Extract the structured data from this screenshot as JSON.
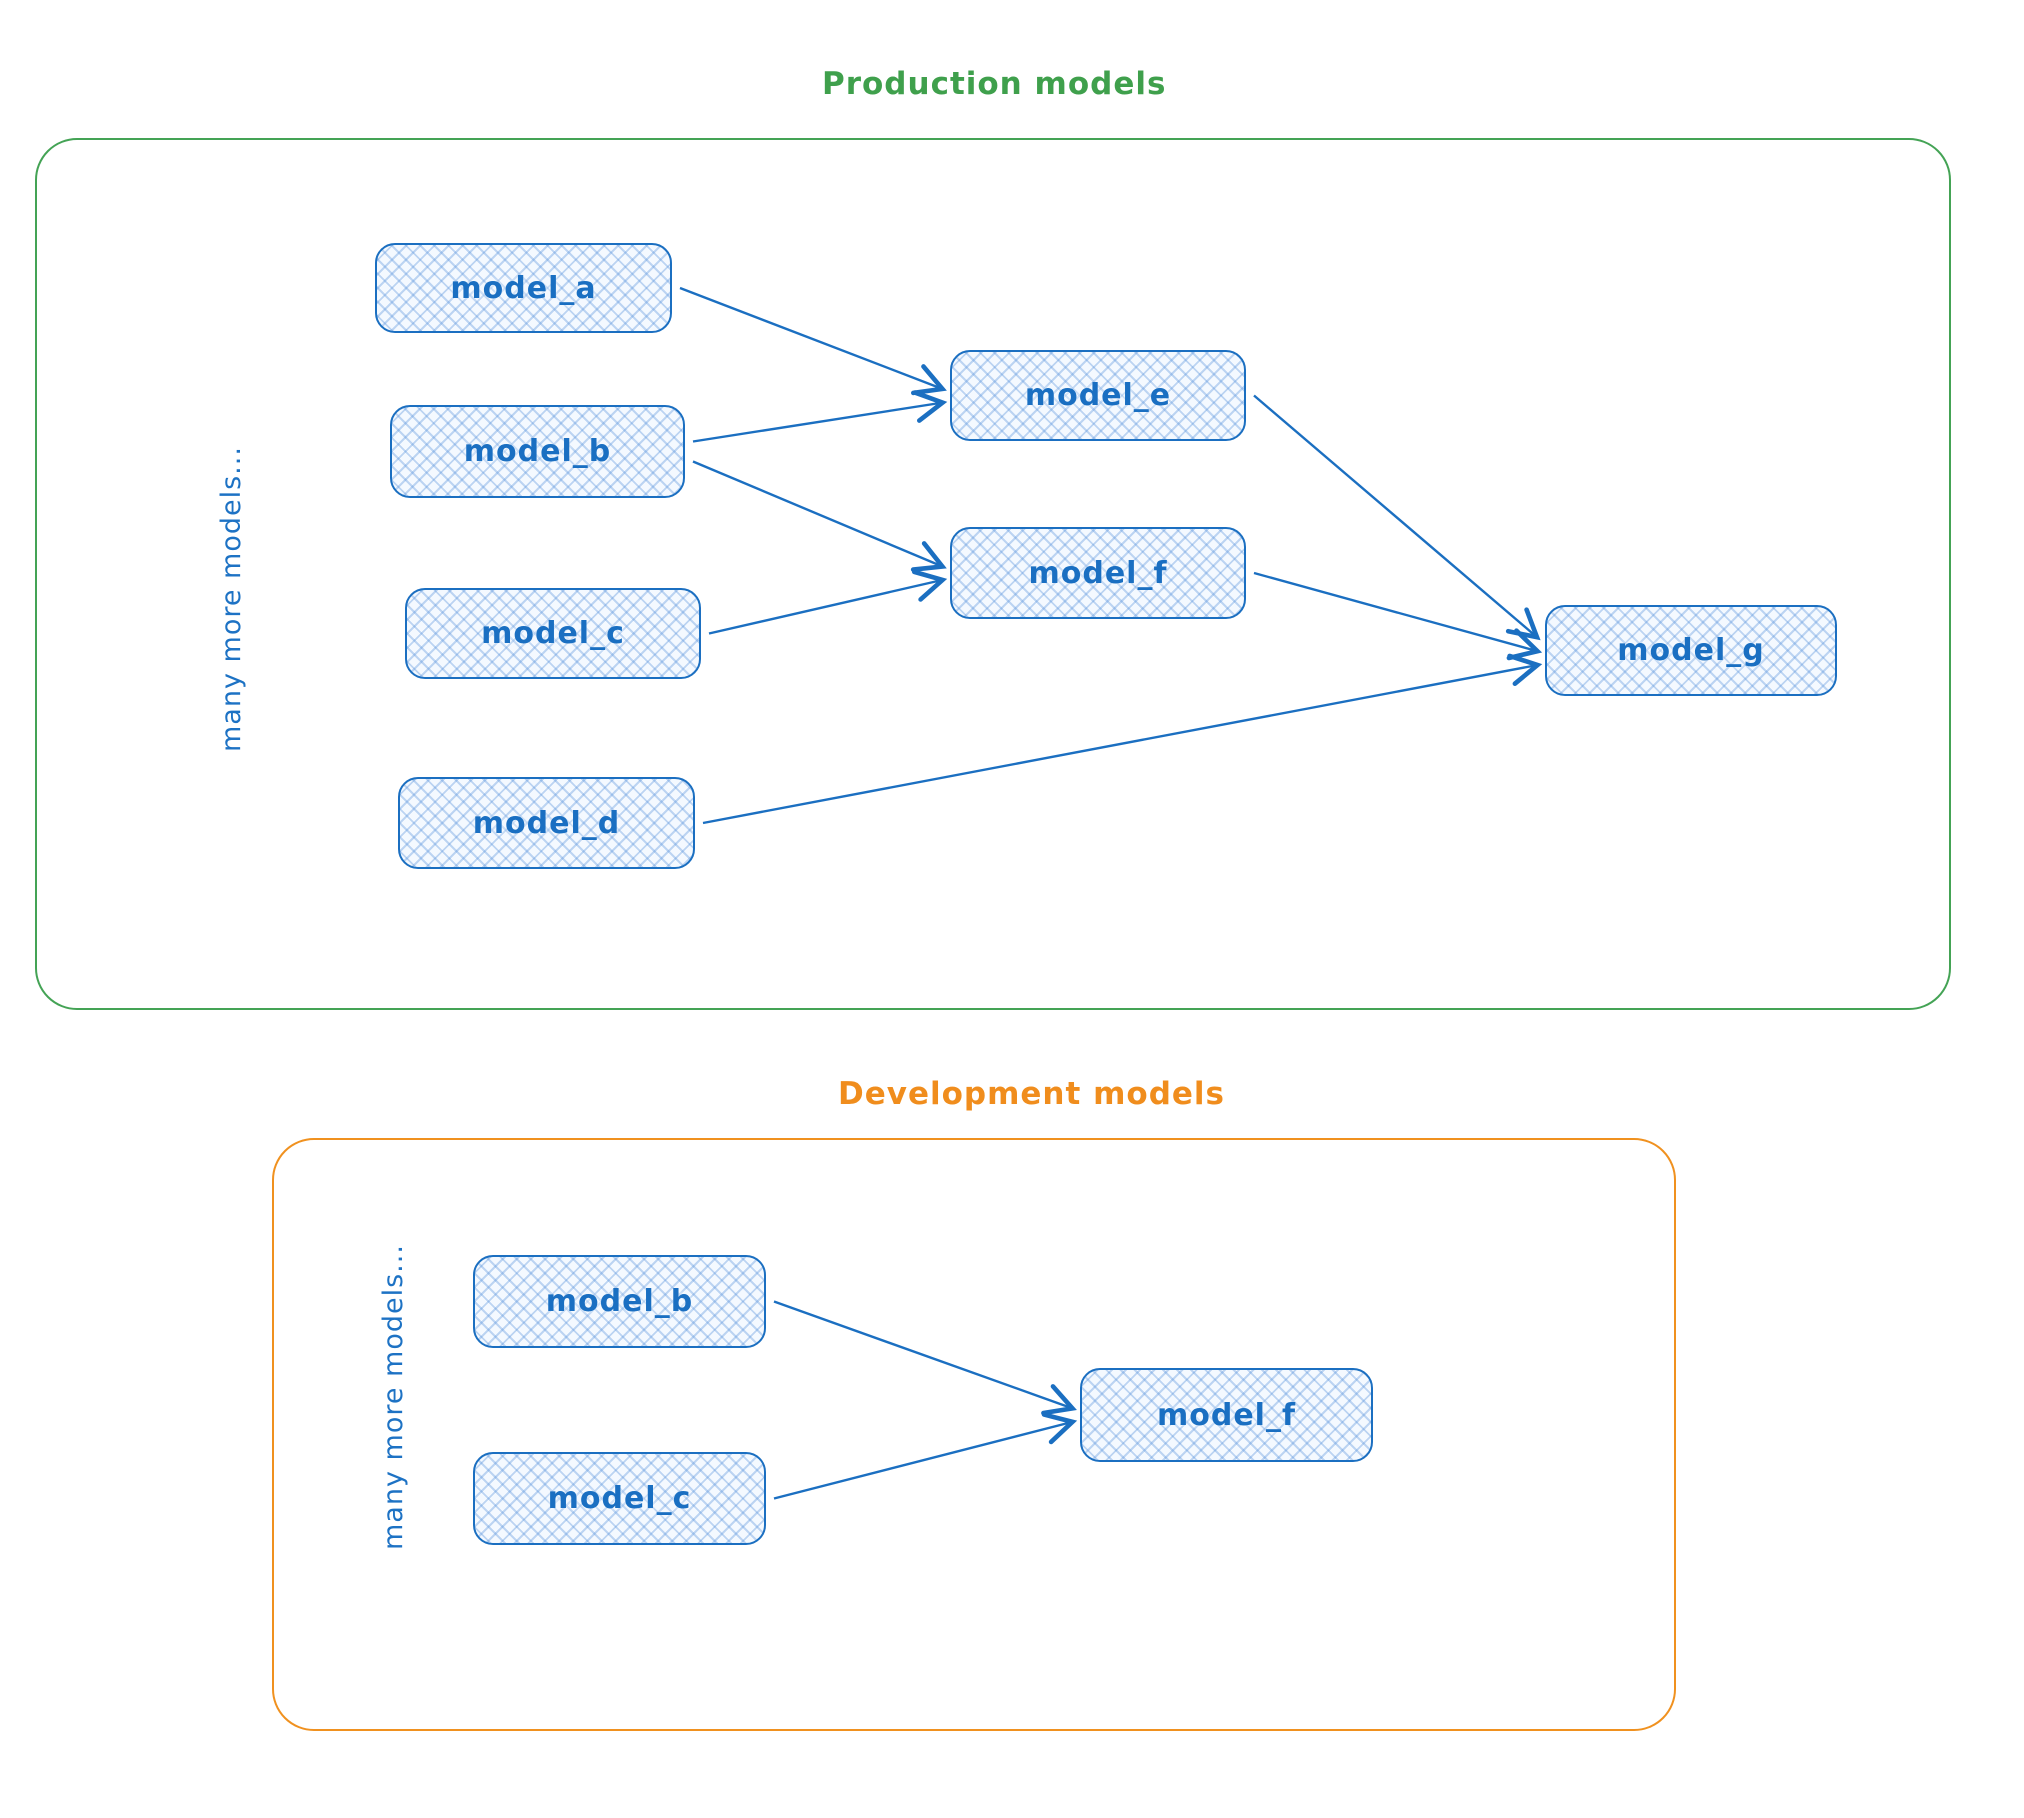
{
  "colors": {
    "production_accent": "#44a355",
    "development_accent": "#f0911f",
    "node_blue": "#1a6fc2"
  },
  "sections": [
    {
      "id": "production",
      "title": "Production models",
      "side_note": "many more models...",
      "nodes": [
        {
          "id": "a",
          "label": "model_a"
        },
        {
          "id": "b",
          "label": "model_b"
        },
        {
          "id": "c",
          "label": "model_c"
        },
        {
          "id": "d",
          "label": "model_d"
        },
        {
          "id": "e",
          "label": "model_e"
        },
        {
          "id": "f",
          "label": "model_f"
        },
        {
          "id": "g",
          "label": "model_g"
        }
      ],
      "edges": [
        {
          "from": "a",
          "to": "e"
        },
        {
          "from": "b",
          "to": "e"
        },
        {
          "from": "b",
          "to": "f"
        },
        {
          "from": "c",
          "to": "f"
        },
        {
          "from": "e",
          "to": "g"
        },
        {
          "from": "f",
          "to": "g"
        },
        {
          "from": "d",
          "to": "g"
        }
      ]
    },
    {
      "id": "development",
      "title": "Development models",
      "side_note": "many more models...",
      "nodes": [
        {
          "id": "b",
          "label": "model_b"
        },
        {
          "id": "c",
          "label": "model_c"
        },
        {
          "id": "f",
          "label": "model_f"
        }
      ],
      "edges": [
        {
          "from": "b",
          "to": "f"
        },
        {
          "from": "c",
          "to": "f"
        }
      ]
    }
  ]
}
